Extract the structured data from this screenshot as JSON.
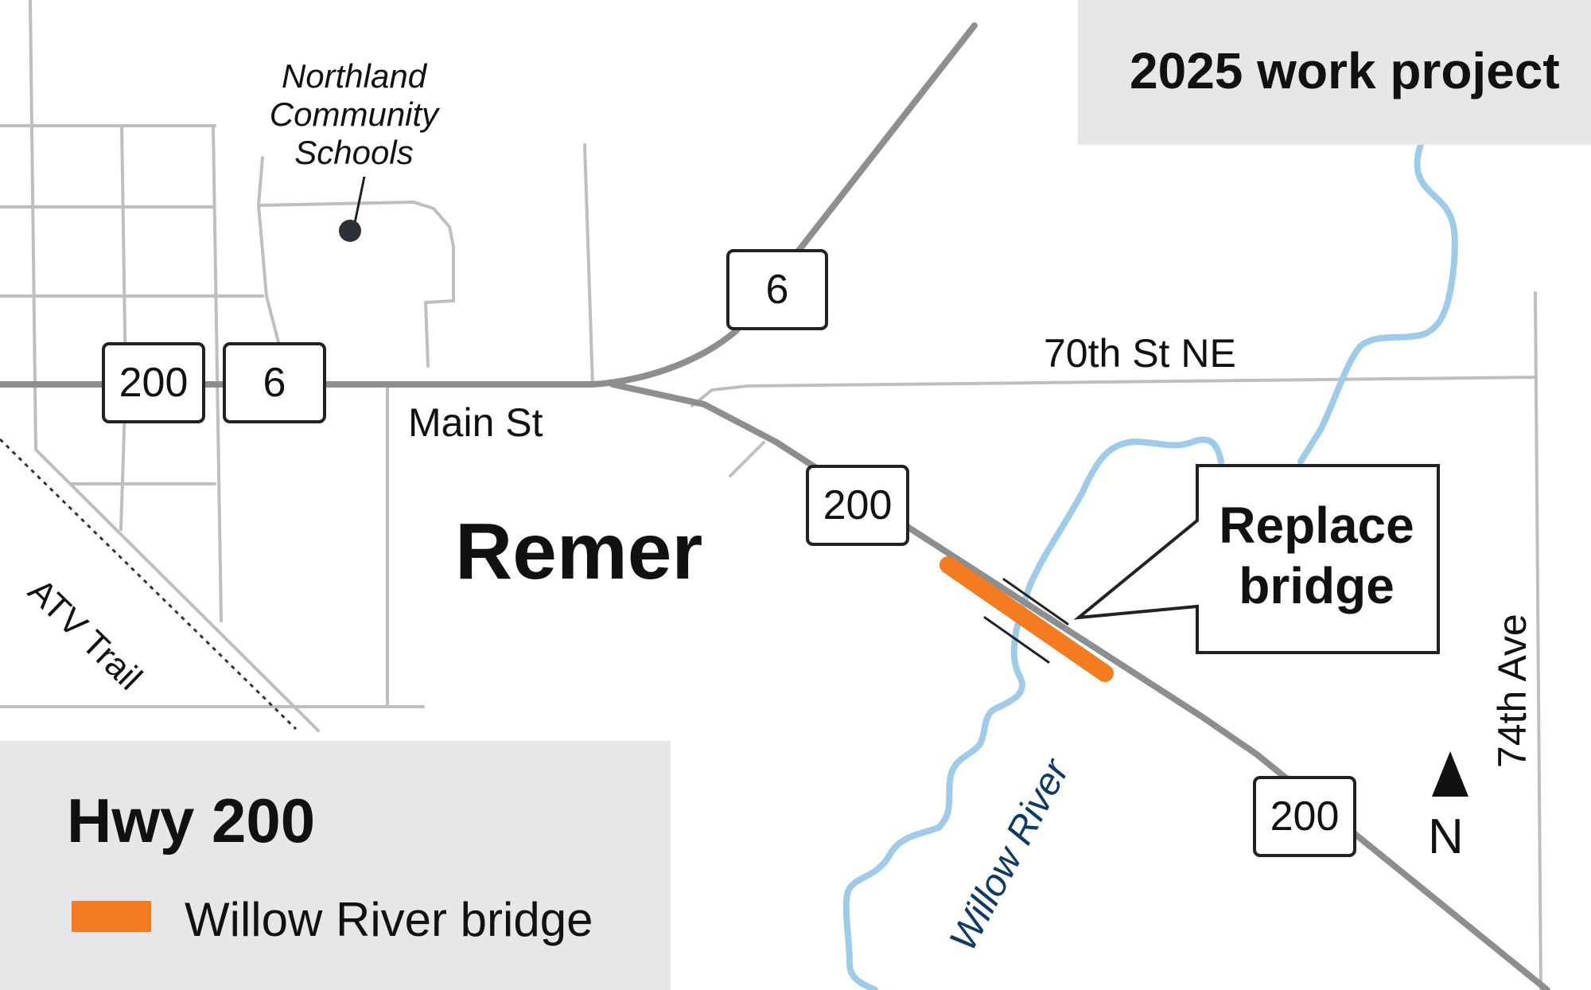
{
  "title": "2025 work project",
  "labels": {
    "school": [
      "Northland",
      "Community",
      "Schools"
    ],
    "main_st": "Main St",
    "street_70th": "70th St NE",
    "town": "Remer",
    "atv_trail": "ATV Trail",
    "river": "Willow River",
    "ave_74th": "74th Ave",
    "north": "N"
  },
  "shields": {
    "hwy200_west": "200",
    "hwy6_west": "6",
    "hwy6_north": "6",
    "hwy200_mid": "200",
    "hwy200_south": "200"
  },
  "callout": [
    "Replace",
    "bridge"
  ],
  "legend": {
    "title": "Hwy 200",
    "item_label": "Willow River bridge"
  },
  "colors": {
    "highway": "#8c8f92",
    "street": "#bcbec0",
    "river": "#9fcbeb",
    "project": "#f47b20",
    "panel": "#e6e7e8",
    "river_label": "#0d3a66"
  }
}
